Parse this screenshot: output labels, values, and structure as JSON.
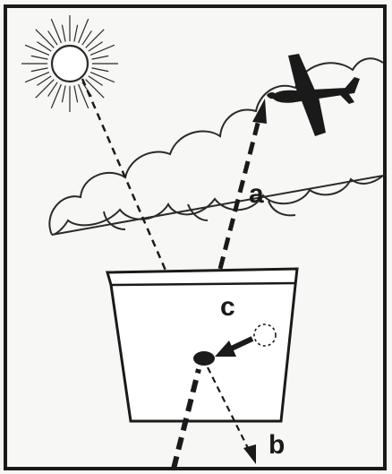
{
  "labels": {
    "a": "a",
    "b": "b",
    "c": "c"
  },
  "icons": {
    "sun": "sun-icon",
    "cloud": "cloud-icon",
    "airplane": "airplane-icon",
    "container": "container-icon",
    "particle": "particle-icon",
    "dotted_circle": "dotted-circle-icon"
  },
  "colors": {
    "ink": "#1a1a1a",
    "paper": "#f7f7f5"
  }
}
